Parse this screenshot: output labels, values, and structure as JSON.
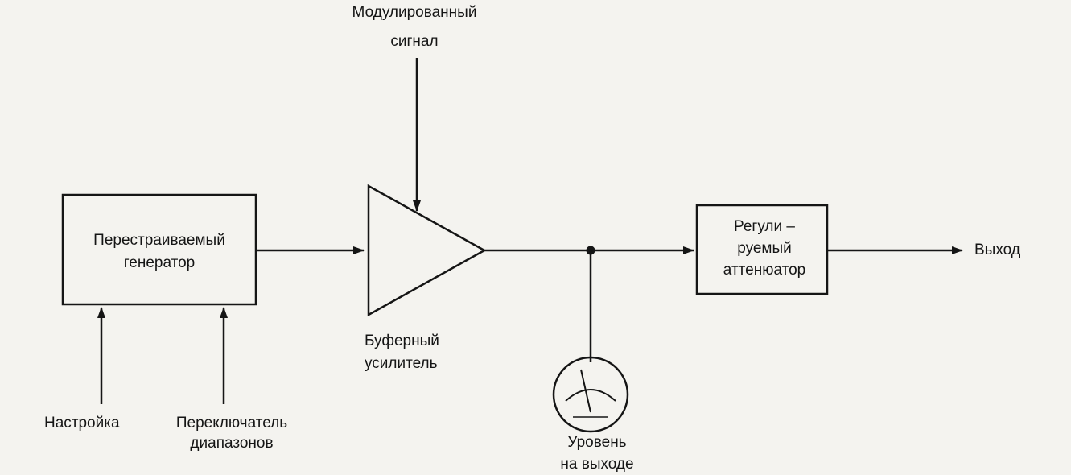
{
  "blocks": {
    "generator": [
      "Перестраиваемый",
      "генератор"
    ],
    "buffer_amp": [
      "Буферный",
      "усилитель"
    ],
    "attenuator": [
      "Регули –",
      "руемый",
      "аттенюатор"
    ],
    "output_meter": [
      "Уровень",
      "на выходе"
    ]
  },
  "signals": {
    "modulated": [
      "Модулированный",
      "сигнал"
    ],
    "output": "Выход",
    "tuning": "Настройка",
    "band_switch": [
      "Переключатель",
      "диапазонов"
    ]
  },
  "colors": {
    "ink": "#151515",
    "paper": "#f4f3ef"
  }
}
